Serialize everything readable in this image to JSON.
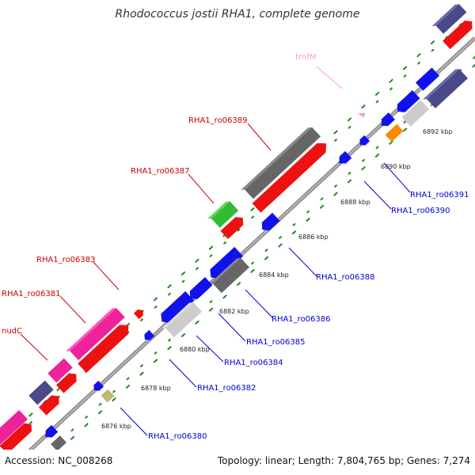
{
  "title": "Rhodococcus jostii RHA1, complete genome",
  "footer": {
    "accession": "Accession: NC_008268",
    "summary": "Topology: linear; Length: 7,804,765 bp; Genes: 7,274"
  },
  "colors": {
    "backbone": "#8c8c8c",
    "tick_dots": "#1f8a1f",
    "forward_strand_labels": "#cc0000",
    "reverse_strand_labels": "#0000cc",
    "trna_label": "#ff99cc"
  },
  "scale": {
    "unit": "kbp",
    "ticks": [
      {
        "label": "6876 kbp"
      },
      {
        "label": "6878 kbp"
      },
      {
        "label": "6880 kbp"
      },
      {
        "label": "6882 kbp"
      },
      {
        "label": "6884 kbp"
      },
      {
        "label": "6886 kbp"
      },
      {
        "label": "6888 kbp"
      },
      {
        "label": "6890 kbp"
      },
      {
        "label": "6892 kbp"
      }
    ]
  },
  "gene_labels": [
    {
      "text": "trnfM",
      "color": "#ff99cc"
    },
    {
      "text": "RHA1_ro06389",
      "color": "#cc0000"
    },
    {
      "text": "RHA1_ro06387",
      "color": "#cc0000"
    },
    {
      "text": "RHA1_ro06383",
      "color": "#cc0000"
    },
    {
      "text": "RHA1_ro06381",
      "color": "#cc0000"
    },
    {
      "text": "nudC",
      "color": "#cc0000"
    },
    {
      "text": "RHA1_ro06391",
      "color": "#0000cc"
    },
    {
      "text": "RHA1_ro06390",
      "color": "#0000cc"
    },
    {
      "text": "RHA1_ro06388",
      "color": "#0000cc"
    },
    {
      "text": "RHA1_ro06386",
      "color": "#0000cc"
    },
    {
      "text": "RHA1_ro06385",
      "color": "#0000cc"
    },
    {
      "text": "RHA1_ro06384",
      "color": "#0000cc"
    },
    {
      "text": "RHA1_ro06382",
      "color": "#0000cc"
    },
    {
      "text": "RHA1_ro06380",
      "color": "#0000cc"
    }
  ]
}
